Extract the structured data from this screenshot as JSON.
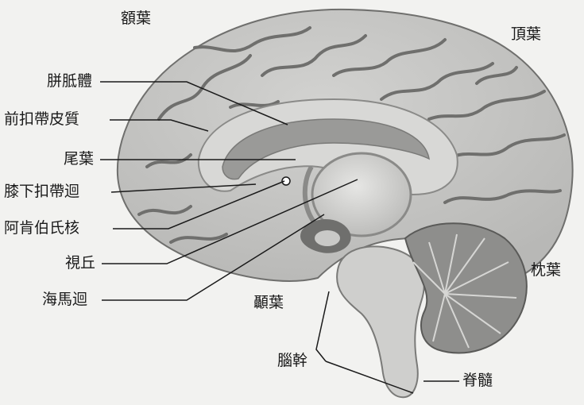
{
  "labels": {
    "frontal_lobe": "額葉",
    "parietal_lobe": "頂葉",
    "occipital_lobe": "枕葉",
    "temporal_lobe": "顳葉",
    "corpus_callosum": "胼胝體",
    "anterior_cingulate": "前扣帶皮質",
    "caudate": "尾葉",
    "subgenual_cingulate": "膝下扣帶迴",
    "nucleus_accumbens": "阿肯伯氏核",
    "thalamus": "視丘",
    "hippocampus": "海馬迴",
    "brainstem": "腦幹",
    "spinal_cord": "脊髓"
  },
  "colors": {
    "background": "#f2f2f0",
    "cortex": "#c9c9c7",
    "sulci": "#6f6f6d",
    "inner": "#d8d8d6",
    "corpus": "#9a9a98",
    "cerebellum": "#8e8e8c",
    "text": "#1a1a1a"
  }
}
